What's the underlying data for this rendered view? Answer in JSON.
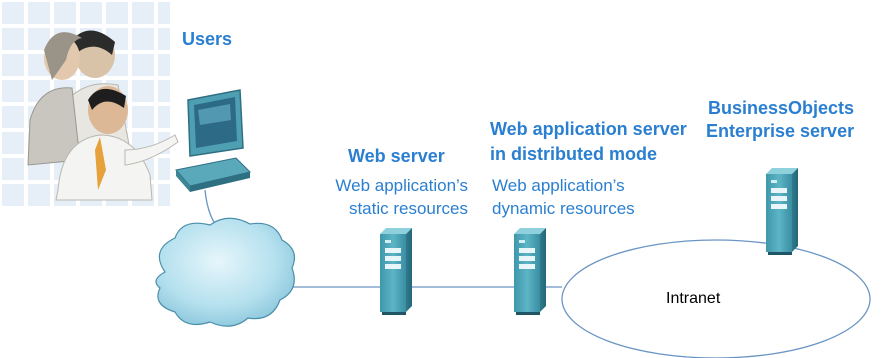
{
  "labels": {
    "users": "Users",
    "web_server_title": "Web server",
    "web_server_desc_line1": "Web application’s",
    "web_server_desc_line2": "static resources",
    "app_server_title_line1": "Web application server",
    "app_server_title_line2": "in distributed mode",
    "app_server_desc_line1": "Web application’s",
    "app_server_desc_line2": "dynamic resources",
    "bo_title_line1": "BusinessObjects",
    "bo_title_line2": "Enterprise server",
    "intranet": "Intranet"
  },
  "colors": {
    "label_blue": "#2a7fd0",
    "server_teal": "#4aa3b4",
    "cloud_blue": "#a9dbe9",
    "line_blue": "#6a95c4"
  },
  "icons": [
    "users-illustration",
    "computer-icon",
    "internet-cloud-icon",
    "server-icon"
  ]
}
